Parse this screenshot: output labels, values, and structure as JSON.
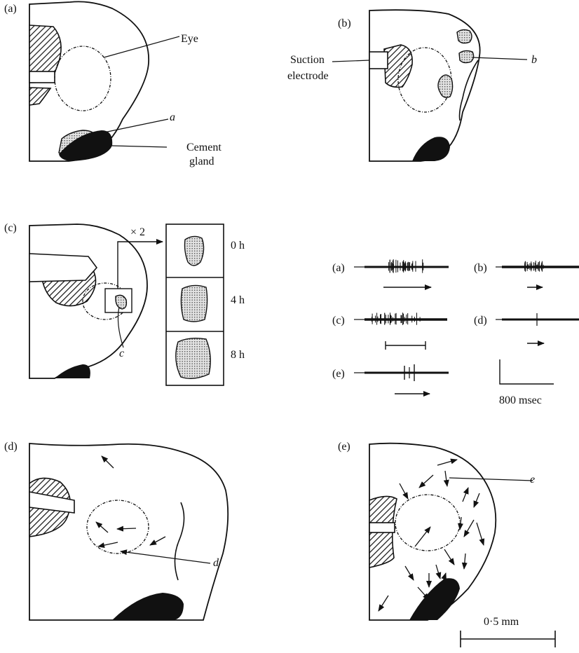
{
  "panels": {
    "a": {
      "label": "(a)",
      "eye_label": "Eye",
      "region_label": "a",
      "gland_label_1": "Cement",
      "gland_label_2": "gland"
    },
    "b": {
      "label": "(b)",
      "electrode_label_1": "Suction",
      "electrode_label_2": "electrode",
      "region_label": "b"
    },
    "c": {
      "label": "(c)",
      "magnification": "× 2",
      "region_label": "c",
      "times": [
        "0 h",
        "4 h",
        "8 h"
      ]
    },
    "d": {
      "label": "(d)",
      "region_label": "d"
    },
    "e": {
      "label": "(e)",
      "region_label": "e"
    }
  },
  "traces": [
    {
      "label": "(a)"
    },
    {
      "label": "(b)"
    },
    {
      "label": "(c)"
    },
    {
      "label": "(d)"
    },
    {
      "label": "(e)"
    }
  ],
  "time_scale_label": "800 msec",
  "length_scale_label": "0·5 mm"
}
